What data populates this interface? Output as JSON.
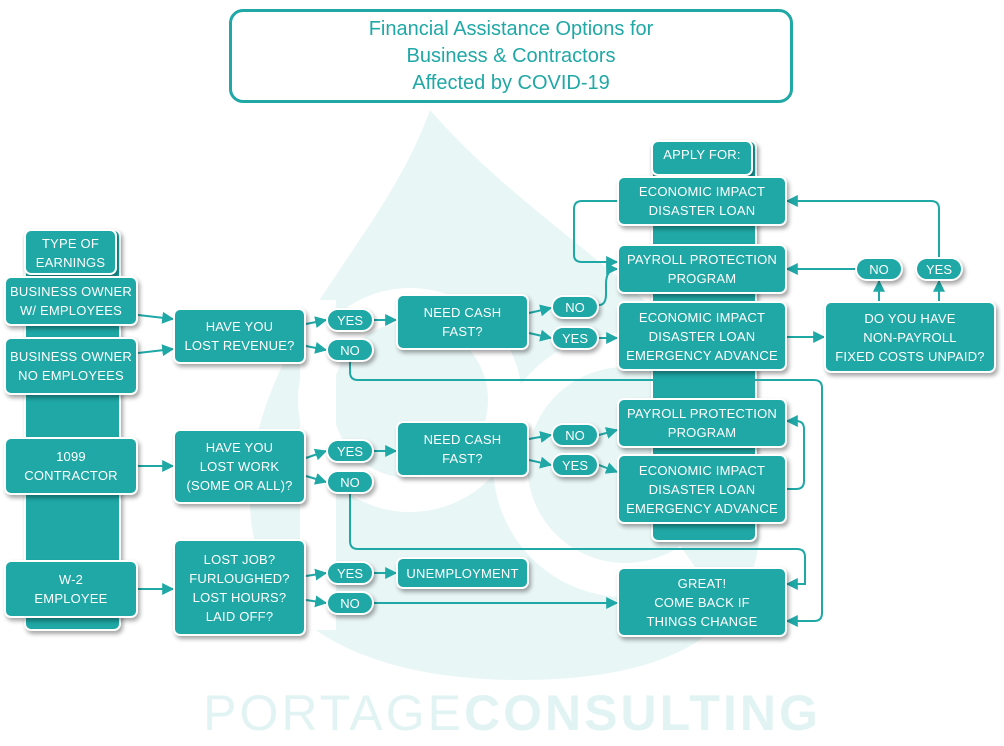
{
  "title": {
    "line1": "Financial Assistance Options for",
    "line2": "Business & Contractors",
    "line3": "Affected by COVID-19"
  },
  "watermark": {
    "light": "PORTAGE ",
    "bold": "CONSULTING"
  },
  "colors": {
    "teal": "#1fa8a6",
    "white": "#ffffff",
    "watermark": "#e2f3f3"
  },
  "nodes": {
    "type_of_earnings": "TYPE OF\nEARNINGS",
    "business_owner_w_employees": "BUSINESS OWNER\nW/ EMPLOYEES",
    "business_owner_no_employees": "BUSINESS OWNER\nNO EMPLOYEES",
    "contractor_1099": "1099\nCONTRACTOR",
    "w2_employee": "W-2\nEMPLOYEE",
    "lost_revenue": "HAVE YOU\nLOST REVENUE?",
    "lost_work": "HAVE YOU\nLOST WORK\n(SOME OR ALL)?",
    "lost_job": "LOST JOB?\nFURLOUGHED?\nLOST HOURS?\nLAID OFF?",
    "need_cash_1": "NEED CASH\nFAST?",
    "need_cash_2": "NEED CASH\nFAST?",
    "unemployment": "UNEMPLOYMENT",
    "apply_for": "APPLY FOR:",
    "eidl_1": "ECONOMIC IMPACT\nDISASTER LOAN",
    "ppp_1": "PAYROLL PROTECTION\nPROGRAM",
    "eidl_adv_1": "ECONOMIC IMPACT\nDISASTER LOAN\nEMERGENCY ADVANCE",
    "ppp_2": "PAYROLL PROTECTION\nPROGRAM",
    "eidl_adv_2": "ECONOMIC IMPACT\nDISASTER LOAN\nEMERGENCY ADVANCE",
    "great": "GREAT!\nCOME BACK IF\nTHINGS CHANGE",
    "fixed_costs": "DO YOU HAVE\nNON-PAYROLL\nFIXED COSTS UNPAID?"
  },
  "answers": {
    "yes": "YES",
    "no": "NO"
  }
}
